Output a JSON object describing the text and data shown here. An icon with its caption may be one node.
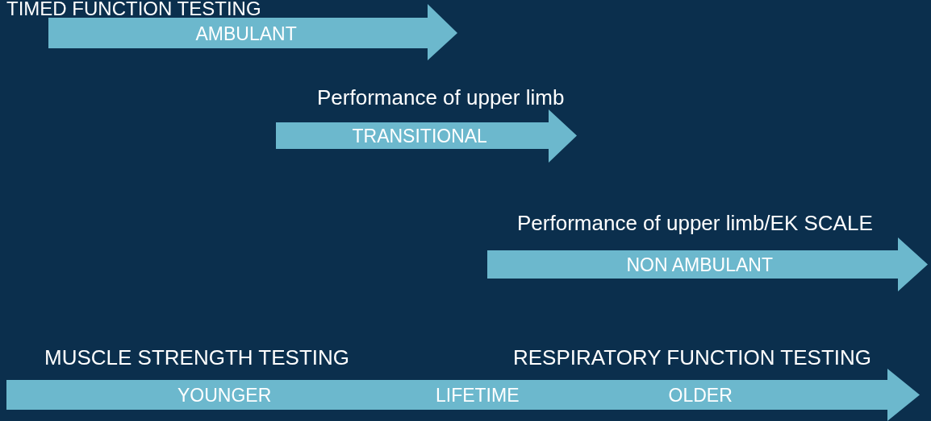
{
  "diagram": {
    "nodes": [
      {
        "text": [
          "TIMED FUNCTION TESTING",
          "AMBULANT"
        ]
      },
      {
        "text": [
          "Performance of upper limb",
          "TRANSITIONAL"
        ]
      },
      {
        "text": [
          "Performance of upper limb/EK SCALE",
          "NON AMBULANT"
        ]
      },
      {
        "text": [
          "MUSCLE STRENGTH TESTING",
          "RESPIRATORY FUNCTION TESTING",
          "YOUNGER",
          "LIFETIME",
          "OLDER"
        ]
      }
    ]
  }
}
